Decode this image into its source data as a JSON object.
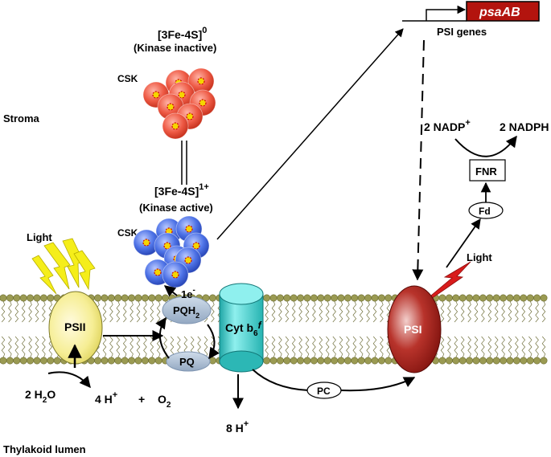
{
  "labels": {
    "stroma": "Stroma",
    "lumen": "Thylakoid lumen",
    "fe_top": "[3Fe-4S]",
    "fe_top_sup": "0",
    "kinase_inactive": "(Kinase inactive)",
    "csk": "CSK",
    "fe_bottom": "[3Fe-4S]",
    "fe_bottom_sup": "1+",
    "kinase_active": "(Kinase active)",
    "psa_gene": "psaAB",
    "psi_genes": "PSI genes",
    "nadp": "2 NADP",
    "nadp_sup": "+",
    "nadph": "2 NADPH",
    "fnr": "FNR",
    "fd": "Fd",
    "light_left": "Light",
    "light_right": "Light",
    "psii": "PSII",
    "psi": "PSI",
    "pqh": "PQH",
    "pqh_sub": "2",
    "pq": "PQ",
    "cyt": "Cyt b",
    "cyt_sub": "6",
    "cyt_f": "f",
    "electron": "1e",
    "electron_sup": "-",
    "pc": "PC",
    "water": "2 H",
    "water_sub": "2",
    "water_o": "O",
    "h4": "4 H",
    "h4_sup": "+",
    "plus": "+",
    "o2": "O",
    "o2_sub": "2",
    "h8": "8 H",
    "h8_sup": "+"
  },
  "colors": {
    "csk_inactive": "#e8553e",
    "csk_active": "#4a6fe0",
    "psii": "#f4ec8c",
    "psi": "#a3201b",
    "cyt": "#4fd1cf",
    "pq": "#a9bcd3",
    "gene_box": "#b3140e",
    "lightning_psii": "#f5ee1a",
    "lightning_psi": "#d81c1c",
    "membrane_head": "#9a9a52"
  }
}
